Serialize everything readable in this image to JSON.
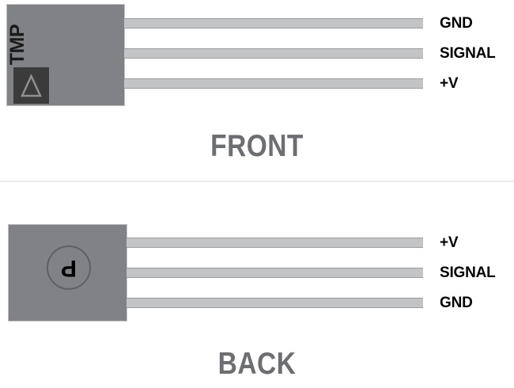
{
  "diagram": {
    "component_label": "TMP",
    "views": [
      {
        "id": "front",
        "caption": "FRONT",
        "body_marking": "TMP",
        "icon": "triangle-icon",
        "pins": [
          {
            "index": 1,
            "label": "GND"
          },
          {
            "index": 2,
            "label": "SIGNAL"
          },
          {
            "index": 3,
            "label": "+V"
          }
        ]
      },
      {
        "id": "back",
        "caption": "BACK",
        "body_marking": "P",
        "icon": "circle-p-icon",
        "pins": [
          {
            "index": 1,
            "label": "+V"
          },
          {
            "index": 2,
            "label": "SIGNAL"
          },
          {
            "index": 3,
            "label": "GND"
          }
        ]
      }
    ]
  },
  "colors": {
    "background": "#ffffff",
    "body_fill": "#808285",
    "body_border": "#bfc1c3",
    "lead_fill": "#c2c4c6",
    "lead_border": "#9a9c9f",
    "icon_box": "#3b3b3b",
    "icon_stroke": "#808285",
    "caption_text": "#6d6e71",
    "pin_text": "#000000",
    "divider": "#ececec"
  }
}
